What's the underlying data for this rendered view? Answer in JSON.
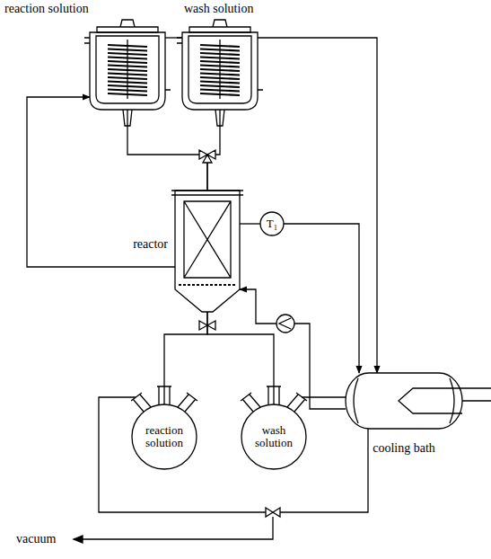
{
  "diagram": {
    "nodes": [
      {
        "text": [
          "reaction solution"
        ]
      },
      {
        "text": [
          "wash solution"
        ]
      },
      {
        "text": [
          "reactor"
        ]
      },
      {
        "text": [
          "T₁"
        ]
      },
      {
        "text": [
          "cooling bath"
        ]
      },
      {
        "text": [
          "reaction solution"
        ]
      },
      {
        "text": [
          "wash solution"
        ]
      }
    ],
    "edges": [
      {
        "from": 0,
        "to": 2,
        "arrow": "none"
      },
      {
        "from": 1,
        "to": 2,
        "arrow": "none"
      },
      {
        "from": 0,
        "to": 1,
        "arrow": "none"
      },
      {
        "from": 2,
        "to": 0,
        "arrow": "to"
      },
      {
        "from": 1,
        "to": 4,
        "arrow": "to"
      },
      {
        "from": 2,
        "to": 3,
        "arrow": "none"
      },
      {
        "from": 3,
        "to": 4,
        "arrow": "to"
      },
      {
        "from": 4,
        "to": 2,
        "arrow": "to"
      },
      {
        "from": 2,
        "to": 5,
        "arrow": "none"
      },
      {
        "from": 2,
        "to": 6,
        "arrow": "none"
      }
    ],
    "labels": [
      "vacuum"
    ]
  }
}
